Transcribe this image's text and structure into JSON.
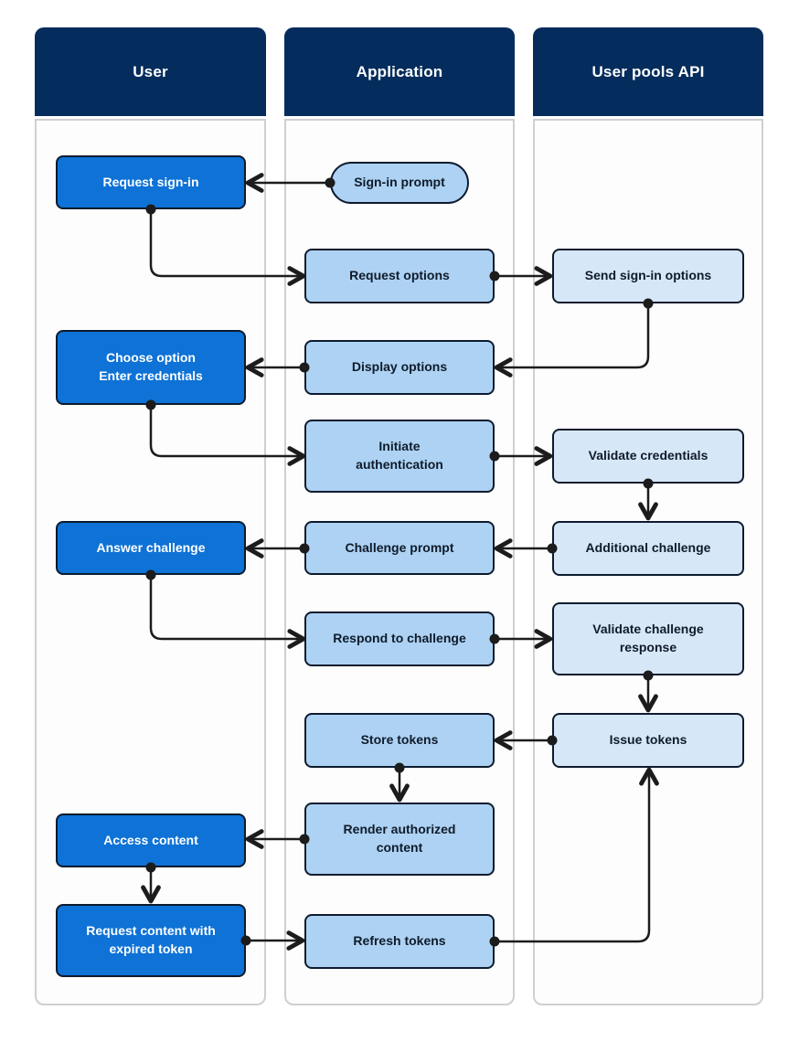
{
  "colors": {
    "lane_header_bg": "#042c5c",
    "lane_header_text": "#ffffff",
    "lane_border": "#cfcfcf",
    "lane_body_bg": "#fdfdfd",
    "user_node_bg": "#0e72d6",
    "user_node_text": "#ffffff",
    "app_node_bg": "#add2f3",
    "api_node_bg": "#d6e7f8",
    "node_border": "#0d1b2e",
    "node_text_dark": "#0f1b2a",
    "arrow": "#1c1c1c"
  },
  "lanes": [
    {
      "title": "User",
      "nodes": [
        {
          "label": "Request sign-in"
        },
        {
          "label": "Choose option\nEnter credentials"
        },
        {
          "label": "Answer challenge"
        },
        {
          "label": "Access content"
        },
        {
          "label": "Request content with\nexpired token"
        }
      ]
    },
    {
      "title": "Application",
      "nodes": [
        {
          "label": "Sign-in prompt"
        },
        {
          "label": "Request options"
        },
        {
          "label": "Display options"
        },
        {
          "label": "Initiate\nauthentication"
        },
        {
          "label": "Challenge prompt"
        },
        {
          "label": "Respond to challenge"
        },
        {
          "label": "Store tokens"
        },
        {
          "label": "Render authorized\ncontent"
        },
        {
          "label": "Refresh tokens"
        }
      ]
    },
    {
      "title": "User pools API",
      "nodes": [
        {
          "label": "Send sign-in options"
        },
        {
          "label": "Validate credentials"
        },
        {
          "label": "Additional challenge"
        },
        {
          "label": "Validate challenge\nresponse"
        },
        {
          "label": "Issue tokens"
        }
      ]
    }
  ],
  "edges": [
    {
      "from": "Sign-in prompt",
      "to": "Request sign-in"
    },
    {
      "from": "Request sign-in",
      "to": "Request options"
    },
    {
      "from": "Request options",
      "to": "Send sign-in options"
    },
    {
      "from": "Send sign-in options",
      "to": "Display options"
    },
    {
      "from": "Display options",
      "to": "Choose option Enter credentials"
    },
    {
      "from": "Choose option Enter credentials",
      "to": "Initiate authentication"
    },
    {
      "from": "Initiate authentication",
      "to": "Validate credentials"
    },
    {
      "from": "Validate credentials",
      "to": "Additional challenge"
    },
    {
      "from": "Additional challenge",
      "to": "Challenge prompt"
    },
    {
      "from": "Challenge prompt",
      "to": "Answer challenge"
    },
    {
      "from": "Answer challenge",
      "to": "Respond to challenge"
    },
    {
      "from": "Respond to challenge",
      "to": "Validate challenge response"
    },
    {
      "from": "Validate challenge response",
      "to": "Issue tokens"
    },
    {
      "from": "Issue tokens",
      "to": "Store tokens"
    },
    {
      "from": "Store tokens",
      "to": "Render authorized content"
    },
    {
      "from": "Render authorized content",
      "to": "Access content"
    },
    {
      "from": "Access content",
      "to": "Request content with expired token"
    },
    {
      "from": "Request content with expired token",
      "to": "Refresh tokens"
    },
    {
      "from": "Refresh tokens",
      "to": "Issue tokens"
    }
  ]
}
